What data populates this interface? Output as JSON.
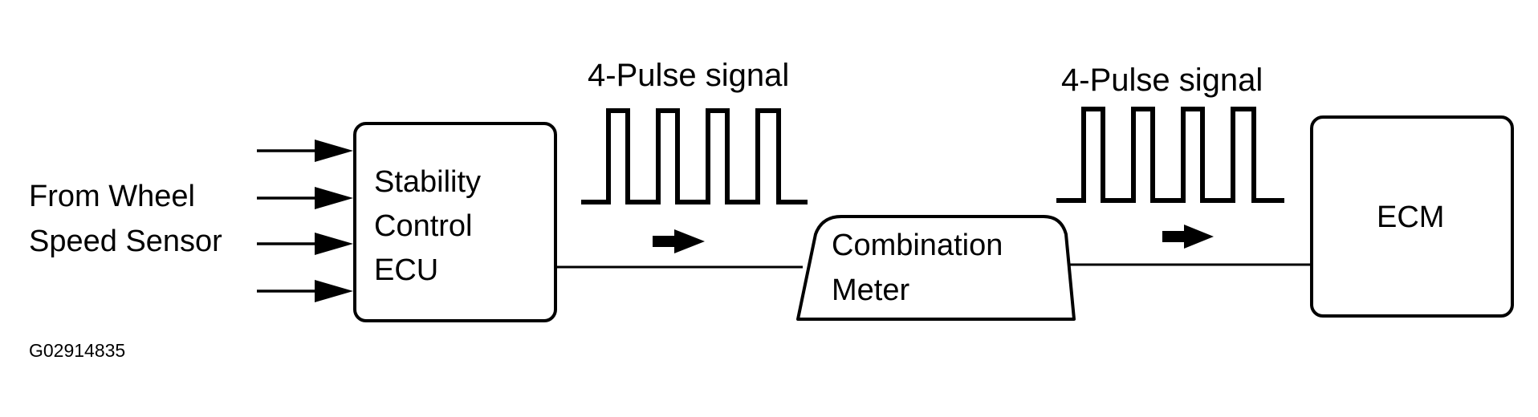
{
  "input": {
    "line1": "From Wheel",
    "line2": "Speed Sensor"
  },
  "ecu": {
    "line1": "Stability",
    "line2": "Control",
    "line3": "ECU"
  },
  "signal_left": "4-Pulse  signal",
  "signal_right": "4-Pulse  signal",
  "meter": {
    "line1": "Combination",
    "line2": "Meter"
  },
  "ecm": "ECM",
  "figure_code": "G02914835",
  "colors": {
    "stroke": "#000000",
    "background": "#ffffff"
  }
}
